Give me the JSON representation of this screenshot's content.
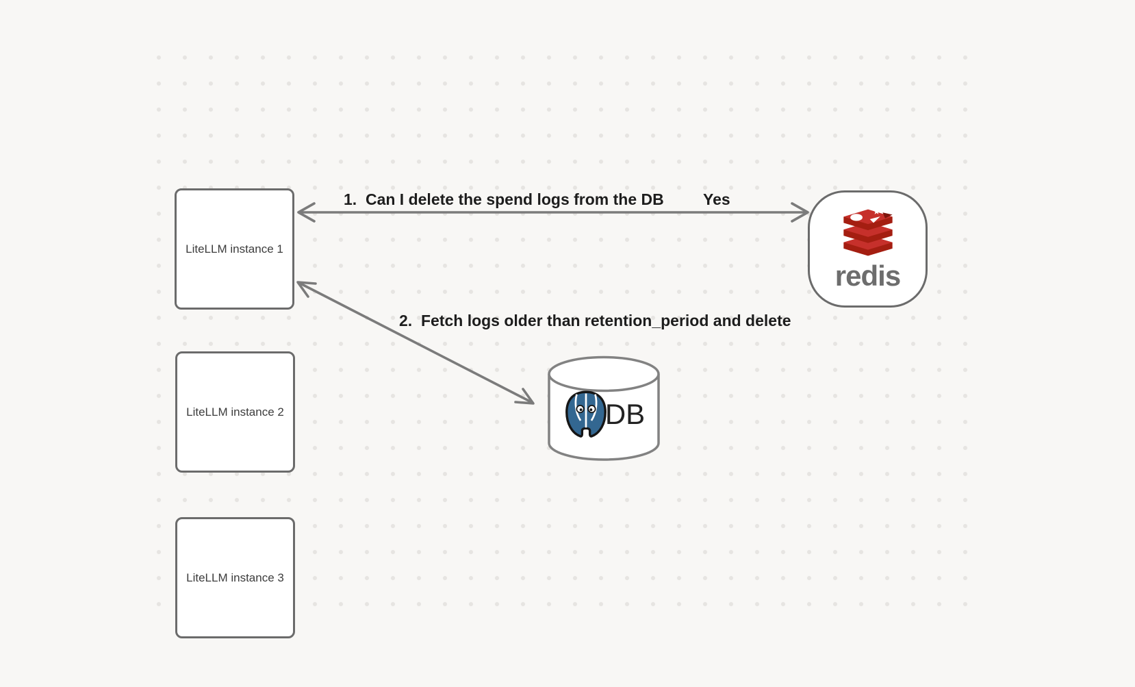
{
  "canvas": {
    "background_color": "#f8f7f5",
    "dot_grid_color": "#e6e4e1"
  },
  "nodes": {
    "instance1": {
      "label": "LiteLLM instance 1"
    },
    "instance2": {
      "label": "LiteLLM instance 2"
    },
    "instance3": {
      "label": "LiteLLM instance 3"
    },
    "redis": {
      "wordmark": "redis",
      "logo": "redis-logo",
      "logo_red": "#c6302b",
      "logo_dark_red": "#a41e11",
      "wordmark_color": "#6d6d6d"
    },
    "db": {
      "label": "DB",
      "logo": "postgresql-elephant-logo",
      "elephant_blue": "#336791"
    }
  },
  "edges": [
    {
      "label": "1.  Can I delete the spend logs from the DB",
      "response": "Yes",
      "from": "LiteLLM instance 1",
      "to": "redis",
      "double_headed": true
    },
    {
      "label": "2.  Fetch logs older than retention_period and delete",
      "from": "LiteLLM instance 1",
      "to": "DB",
      "double_headed": true
    }
  ],
  "colors": {
    "shape_border": "#6b6b6b",
    "arrow": "#7b7b7b",
    "label_text": "#1d1d1d",
    "box_label_text": "#3c3c3c"
  }
}
